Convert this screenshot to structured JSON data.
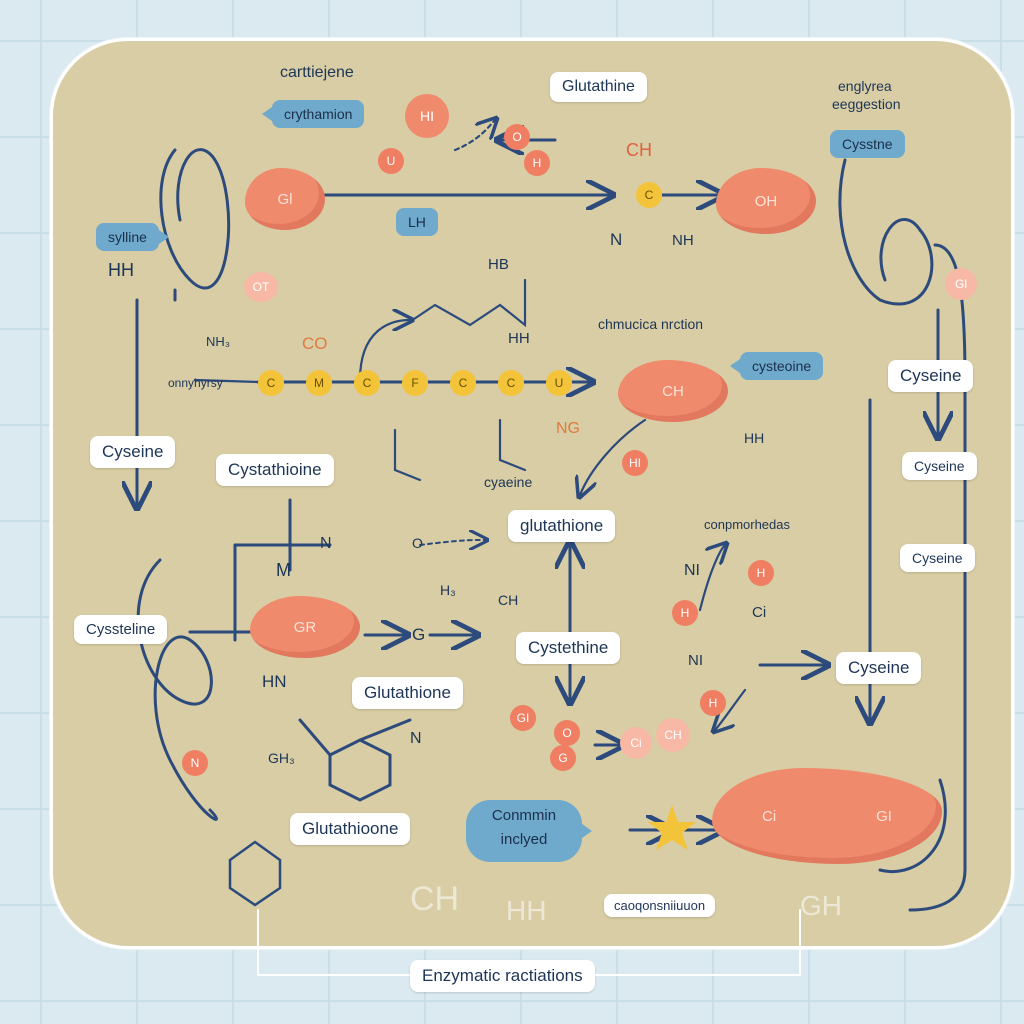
{
  "header_labels": {
    "top_left_caption": "carttiejene",
    "top_right_caption_line1": "englyrea",
    "top_right_caption_line2": "eeggestion"
  },
  "boxes": {
    "glutathine_top": "Glutathine",
    "cysthamion": "crythamion",
    "cystine_right": "Cysstne",
    "sylline": "sylline",
    "lh": "LH",
    "cysteine_left": "Cyseine",
    "cystathioine": "Cystathioine",
    "cystaoine": "cysteoine",
    "cysteine_r1": "Cyseine",
    "cysteine_r2": "Cyseine",
    "cysteine_r3": "Cyseine",
    "glutathione_mid": "glutathione",
    "cystethine": "Cystethine",
    "cysteine_r4": "Cyseine",
    "cysteline_left": "Cyssteline",
    "glutathione_lower": "Glutathione",
    "glutathioone_bottom": "Glutathioone",
    "comment_line1": "Conmmin",
    "comment_line2": "inclyed",
    "condensation": "caoqonsniiuuon",
    "footer": "Enzymatic ractiations"
  },
  "annotations": {
    "chemical_reaction": "chmucica nrction",
    "cyaeine": "cyaeine",
    "conpmordeas": "conpmorhedas",
    "onnyhyrsy": "onnyhyrsy"
  },
  "atoms": {
    "hi_top": "HI",
    "u": "U",
    "o_top": "O",
    "h_top": "H",
    "ch": "CH",
    "c": "C",
    "n_left": "N",
    "nh": "NH",
    "gi_left": "Gl",
    "oh_right": "OH",
    "gi_right": "Gl",
    "ot": "OT",
    "hh": "HH",
    "hb": "HB",
    "co": "CO",
    "chain": [
      "C",
      "M",
      "C",
      "F",
      "C",
      "C",
      "U"
    ],
    "nh3": "NH₃",
    "hh_lower": "HH",
    "gr_blob": "GR",
    "ng": "NG",
    "hi_mid": "HI",
    "n_small": "N",
    "m": "M",
    "o_small": "O",
    "h_small": "H₃",
    "ch_small": "CH",
    "g": "G",
    "hn": "HN",
    "n_ring": "N",
    "gh": "GH₃",
    "nh_ring": "NI",
    "h_atom": "H",
    "ci": "Ci",
    "n2": "N",
    "gi_bottom": "GI",
    "ci_bottom": "Ci",
    "ch_bottom": "CH",
    "gh_bottom": "GH"
  },
  "colors": {
    "board": "#d8cda4",
    "arrow": "#2c4a7c",
    "blob": "#f08a6c",
    "atom_yellow": "#f3c43a",
    "tag_blue": "#6fa9cc"
  }
}
